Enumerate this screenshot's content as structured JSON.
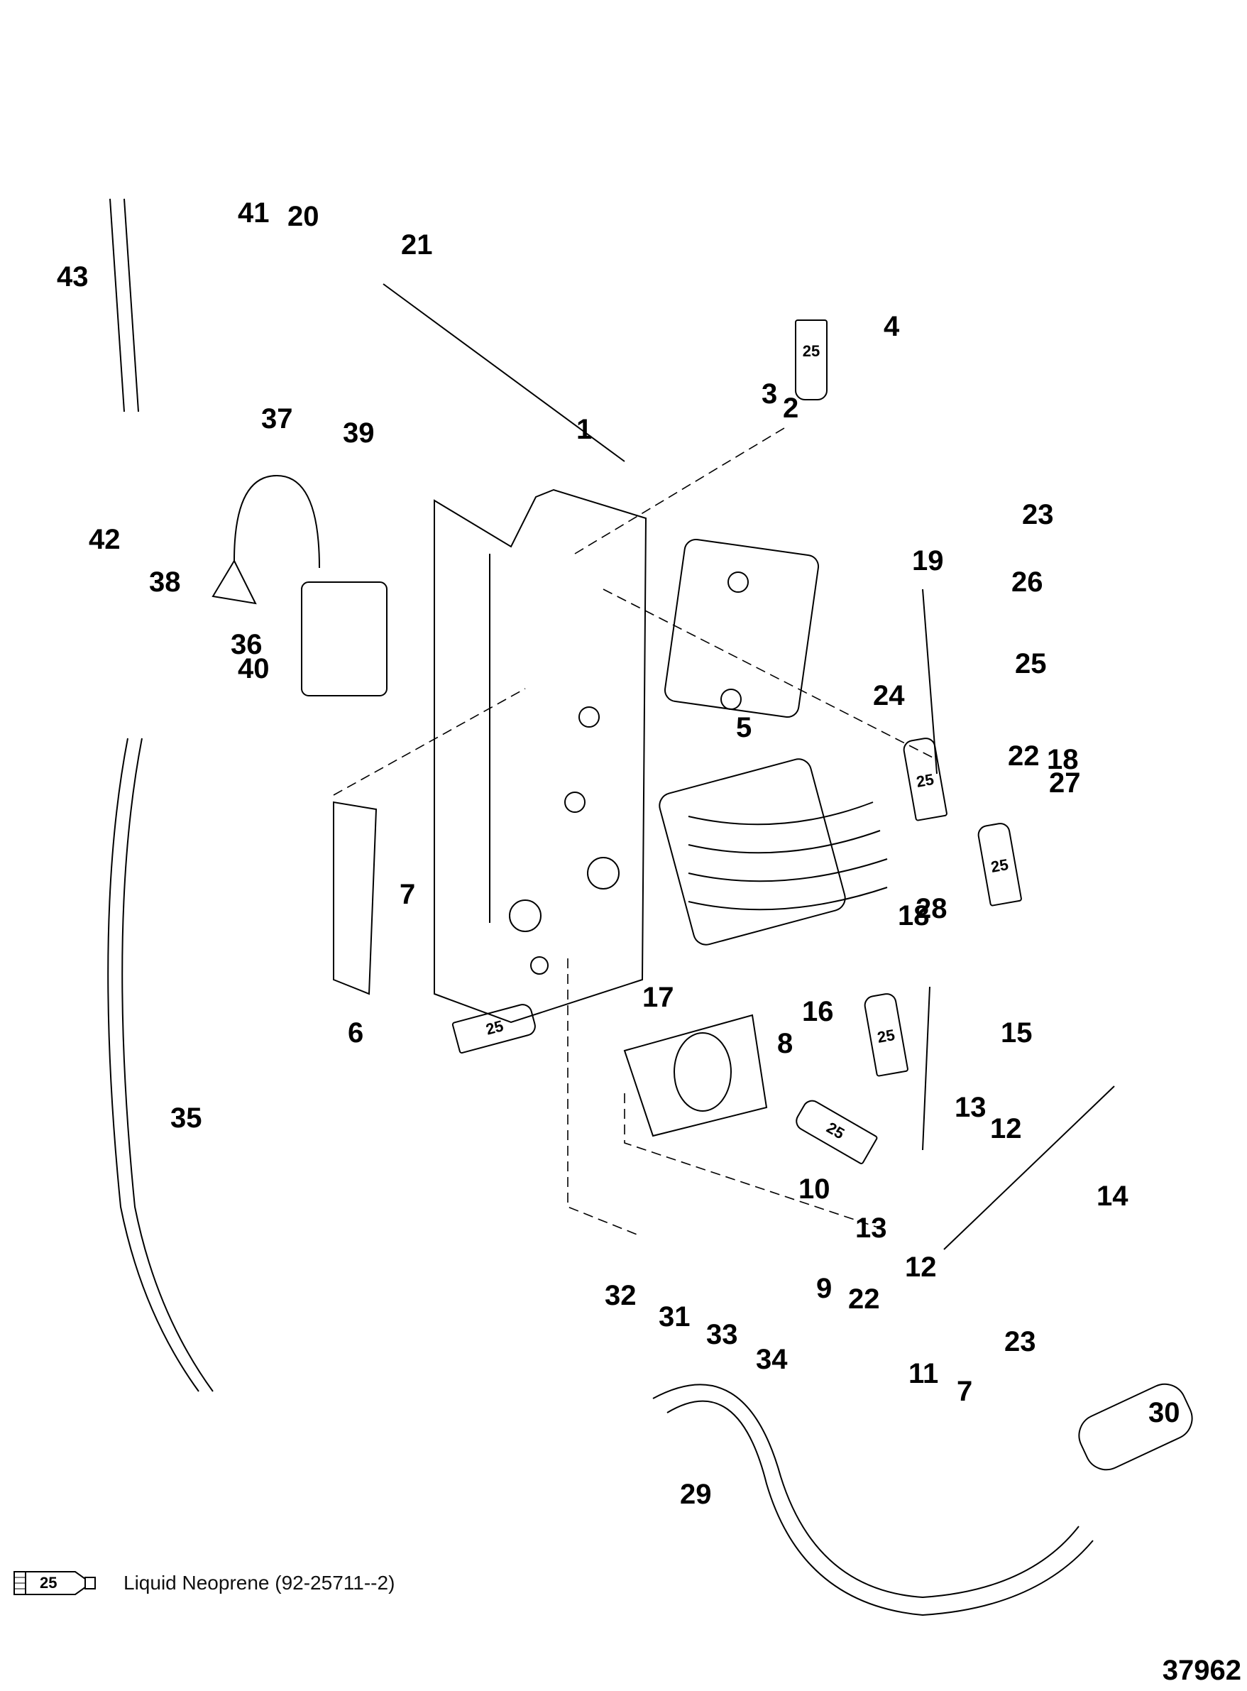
{
  "diagram": {
    "title": "Electrical components exploded parts diagram",
    "figure_number": "37962",
    "callouts": [
      "1",
      "2",
      "3",
      "4",
      "5",
      "6",
      "7",
      "8",
      "9",
      "10",
      "11",
      "12",
      "13",
      "14",
      "15",
      "16",
      "17",
      "18",
      "19",
      "20",
      "21",
      "22",
      "23",
      "24",
      "25",
      "26",
      "27",
      "28",
      "29",
      "30",
      "31",
      "32",
      "33",
      "34",
      "35",
      "36",
      "37",
      "38",
      "39",
      "40",
      "41",
      "42",
      "43"
    ],
    "sealant_tube_label": "25",
    "legend": {
      "icon": "sealant-tube-icon",
      "tube_number": "25",
      "text": "Liquid Neoprene (92-25711--2)"
    }
  }
}
